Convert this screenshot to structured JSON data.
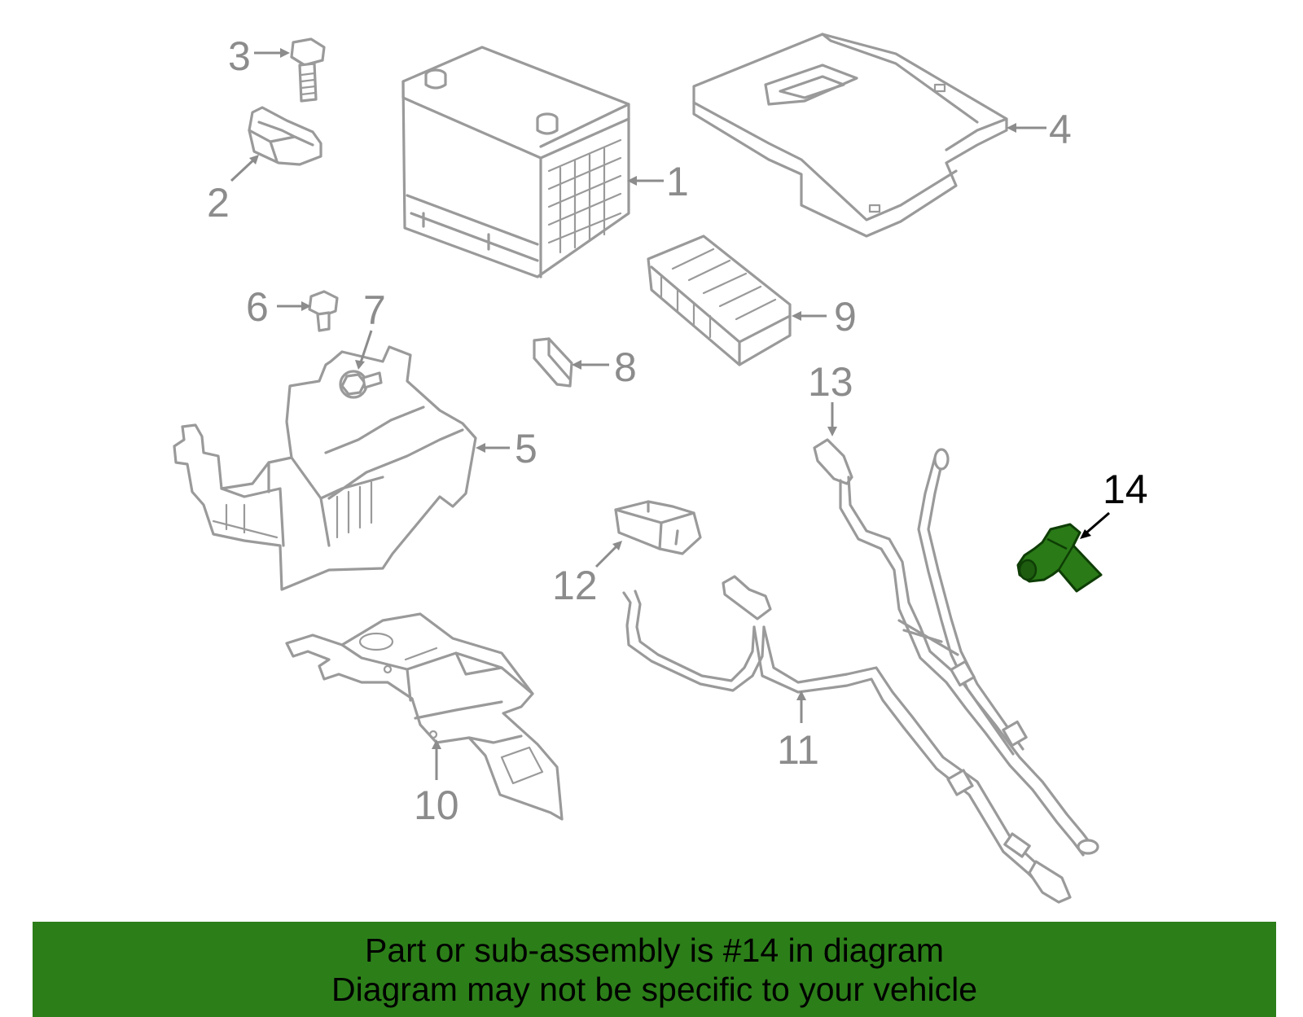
{
  "callouts": [
    "1",
    "2",
    "3",
    "4",
    "5",
    "6",
    "7",
    "8",
    "9",
    "10",
    "11",
    "12",
    "13",
    "14"
  ],
  "highlighted_part": "14",
  "colors": {
    "highlight": "#2a7a18",
    "banner": "#2c7e19",
    "line": "#9a9a9a"
  },
  "banner": {
    "line1": "Part or sub-assembly is #14 in diagram",
    "line2": "Diagram may not be specific to your vehicle"
  }
}
